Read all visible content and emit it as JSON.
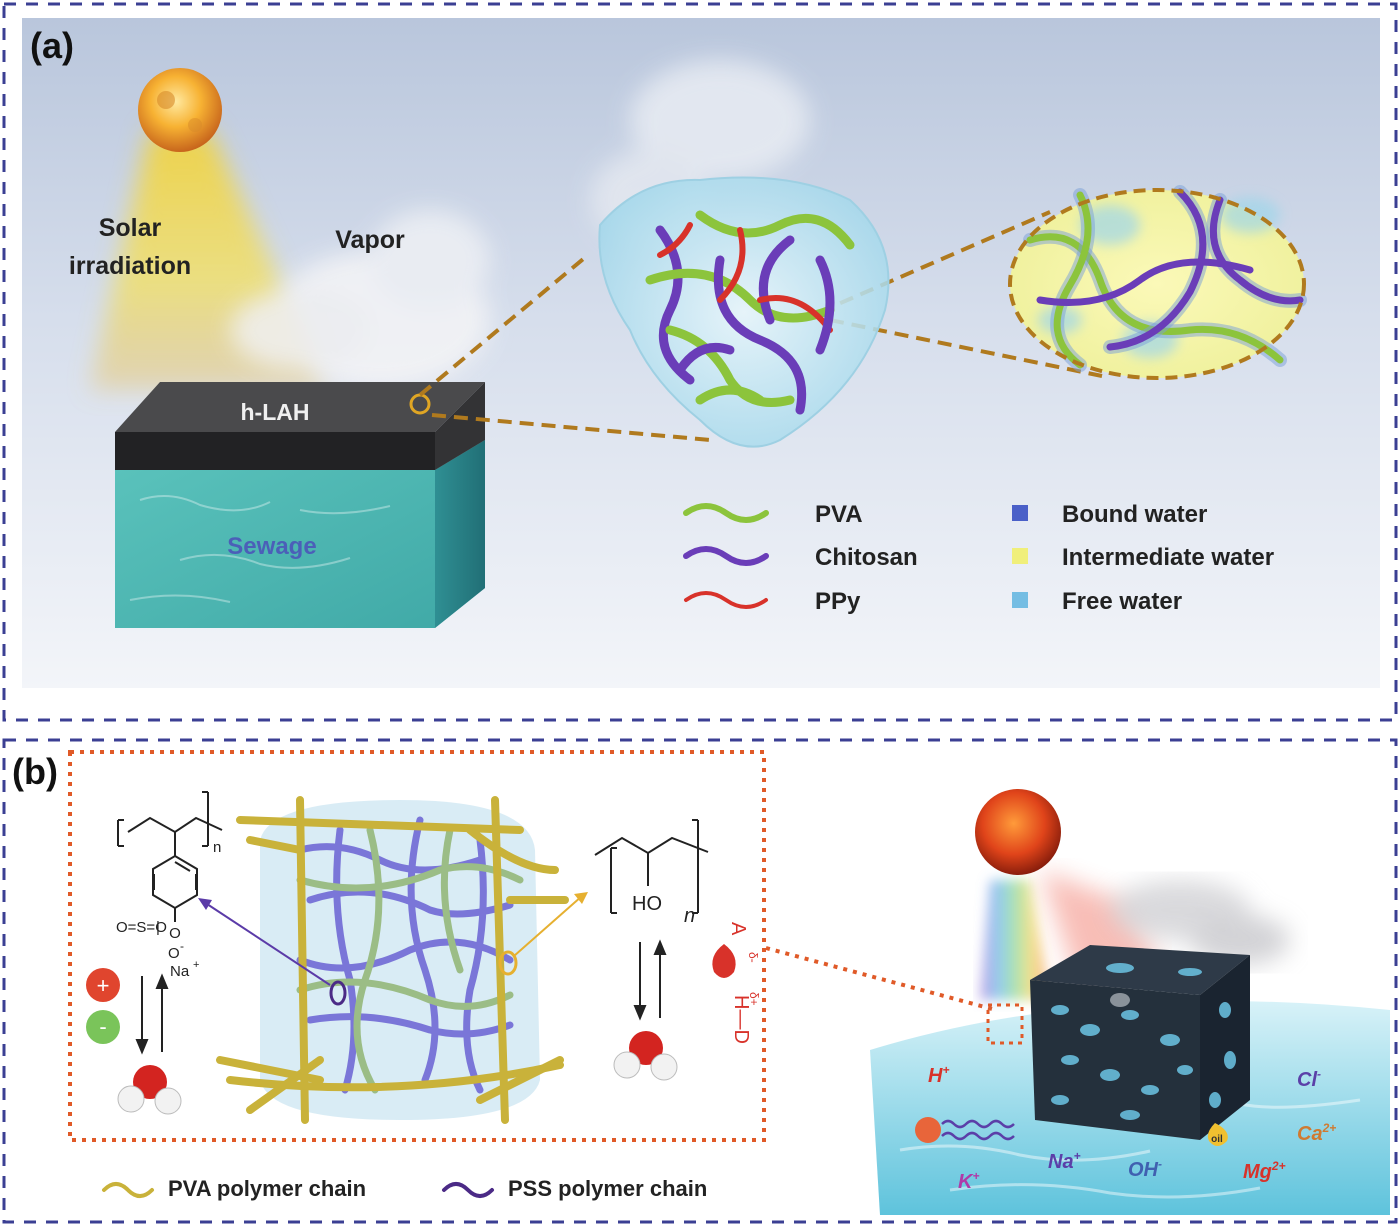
{
  "panel_a": {
    "label": "(a)",
    "solar_label_line1": "Solar",
    "solar_label_line2": "irradiation",
    "vapor_label": "Vapor",
    "material_label": "h-LAH",
    "sewage_label": "Sewage",
    "polymer_legend": [
      {
        "name": "PVA",
        "color": "#8cc43c"
      },
      {
        "name": "Chitosan",
        "color": "#6a3db8"
      },
      {
        "name": "PPy",
        "color": "#d8322a"
      }
    ],
    "water_legend": [
      {
        "name": "Bound water",
        "color": "#4a60c8"
      },
      {
        "name": "Intermediate water",
        "color": "#f0ef7a"
      },
      {
        "name": "Free water",
        "color": "#74bde3"
      }
    ]
  },
  "panel_b": {
    "label": "(b)",
    "pss_structure": {
      "repeat": "n",
      "sulfonate_top": "O",
      "sulfonate_mid": "O=S=O",
      "sulfonate_bottom": "O",
      "charge_minus": "-",
      "counter_ion": "Na",
      "counter_charge": "+",
      "plus_sign": "+",
      "minus_sign": "-"
    },
    "pva_structure": {
      "hydroxyl": "HO",
      "repeat": "n",
      "acceptor": "A",
      "acceptor_charge": "δ-",
      "donor": "H—D",
      "donor_charge": "δ+"
    },
    "legend": [
      {
        "name": "PVA polymer chain",
        "color": "#c9b23a"
      },
      {
        "name": "PSS polymer chain",
        "color": "#4b2a86"
      }
    ],
    "ions": [
      {
        "text": "H",
        "sup": "+",
        "color": "#d8322a"
      },
      {
        "text": "Cl",
        "sup": "-",
        "color": "#5b3fa8"
      },
      {
        "text": "Ca",
        "sup": "2+",
        "color": "#d07a30"
      },
      {
        "text": "K",
        "sup": "+",
        "color": "#b03aa8"
      },
      {
        "text": "Na",
        "sup": "+",
        "color": "#5b3fa8"
      },
      {
        "text": "OH",
        "sup": "-",
        "color": "#4060b0"
      },
      {
        "text": "Mg",
        "sup": "2+",
        "color": "#d8322a"
      }
    ],
    "oil_label": "oil"
  }
}
